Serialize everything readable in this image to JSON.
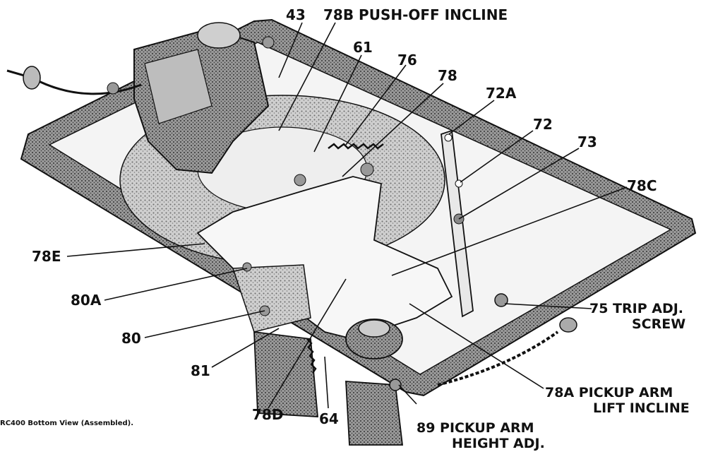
{
  "labels": {
    "l43": "43",
    "l78b": "78B PUSH-OFF INCLINE",
    "l61": "61",
    "l76": "76",
    "l78": "78",
    "l72a": "72A",
    "l72": "72",
    "l73": "73",
    "l78c": "78C",
    "l78e": "78E",
    "l80a": "80A",
    "l80": "80",
    "l75_1": "75 TRIP ADJ.",
    "l75_2": "SCREW",
    "l81": "81",
    "l78d": "78D",
    "l64": "64",
    "l89_1": "89 PICKUP ARM",
    "l89_2": "HEIGHT ADJ.",
    "l78a_1": "78A PICKUP ARM",
    "l78a_2": "LIFT INCLINE"
  },
  "caption": "RC400 Bottom View (Assembled).",
  "colors": {
    "ink": "#111111",
    "stipple": "#8a8a8a",
    "plate": "#d6d6d6",
    "paper": "#ffffff"
  }
}
